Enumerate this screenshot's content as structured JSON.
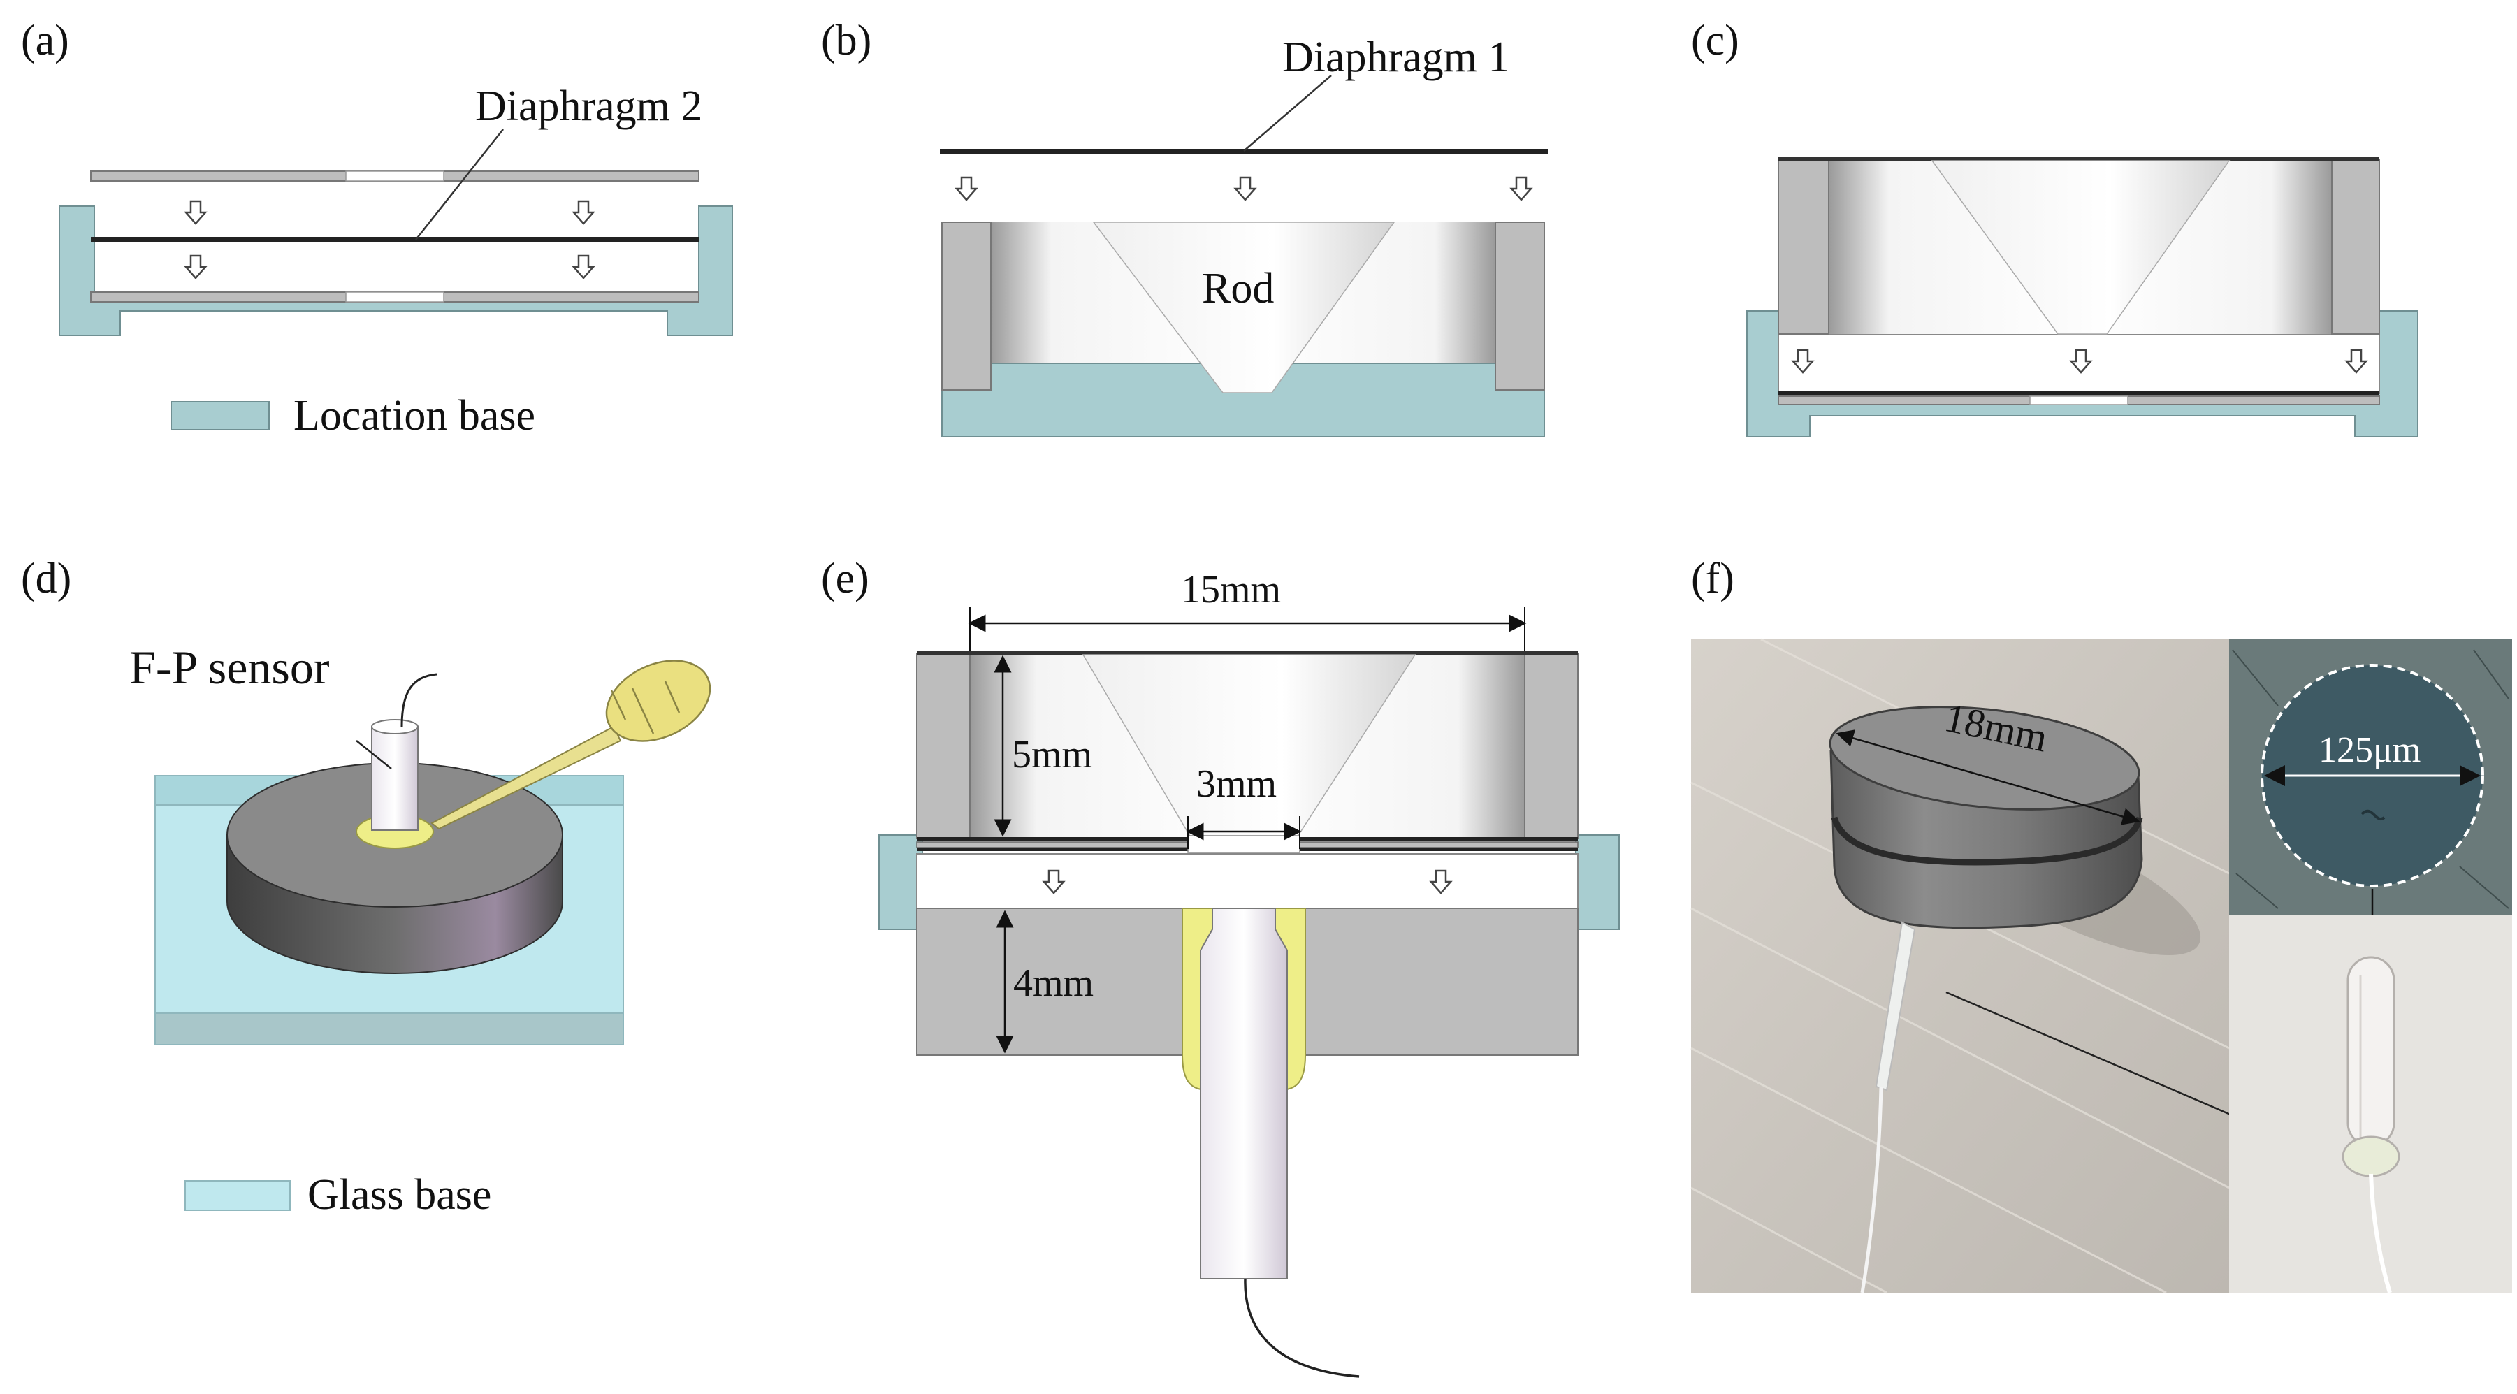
{
  "panels": {
    "a": {
      "tag": "(a)",
      "diaphragm_label": "Diaphragm 2",
      "legend_label": "Location base"
    },
    "b": {
      "tag": "(b)",
      "diaphragm_label": "Diaphragm 1",
      "rod_label": "Rod"
    },
    "c": {
      "tag": "(c)"
    },
    "d": {
      "tag": "(d)",
      "sensor_label": "F-P sensor",
      "legend_label": "Glass base"
    },
    "e": {
      "tag": "(e)",
      "dim_width": "15mm",
      "dim_top_height": "5mm",
      "dim_gap": "3mm",
      "dim_bottom_height": "4mm"
    },
    "f": {
      "tag": "(f)",
      "dim_diameter": "18mm",
      "dim_fiber": "125μm"
    }
  },
  "colors": {
    "location_base": "#a8cdd0",
    "glass_base": "#bfe8ee",
    "gray_part": "#bfbfbf",
    "dark_gray": "#555555",
    "epoxy": "#eeee88"
  }
}
